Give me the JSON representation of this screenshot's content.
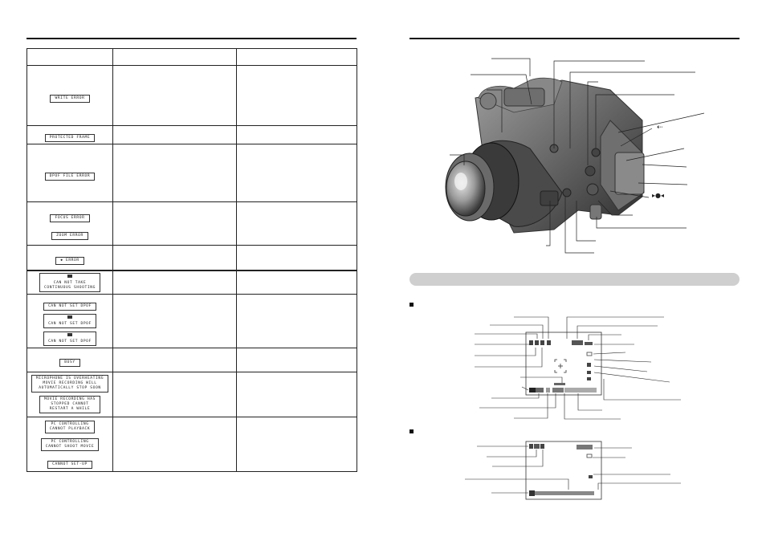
{
  "error_table": {
    "rows": [
      {
        "messages": [
          "WRITE ERROR"
        ]
      },
      {
        "messages": [
          "PROTECTED FRAME"
        ]
      },
      {
        "messages": [
          "DPOF FILE ERROR"
        ]
      },
      {
        "messages": [
          "FOCUS ERROR",
          "ZOOM ERROR"
        ]
      },
      {
        "messages": [
          "ERROR"
        ]
      },
      {
        "messages": [
          "CAN NOT TAKE\nCONTINUOUS SHOOTING"
        ]
      },
      {
        "messages": [
          "CAN NOT SET DPOF",
          "CAN NOT SET DPOF",
          "CAN NOT SET DPOF"
        ]
      },
      {
        "messages": [
          "BUSY"
        ]
      },
      {
        "messages": [
          "MICROPHONE IS OVERHEATING\nMOVIE RECORDING WILL\nAUTOMATICALLY STOP SOON",
          "MOVIE RECORDING HAS\nSTOPPED CANNOT\nRESTART A WHILE"
        ]
      },
      {
        "messages": [
          "PC CONTROLLING\nCANNOT PLAYBACK",
          "PC CONTROLLING\nCANNOT SHOOT MOVIE",
          "CANNOT SET-UP"
        ]
      }
    ]
  },
  "symbols": {
    "usb": "⇠",
    "av": "▸●◂"
  }
}
